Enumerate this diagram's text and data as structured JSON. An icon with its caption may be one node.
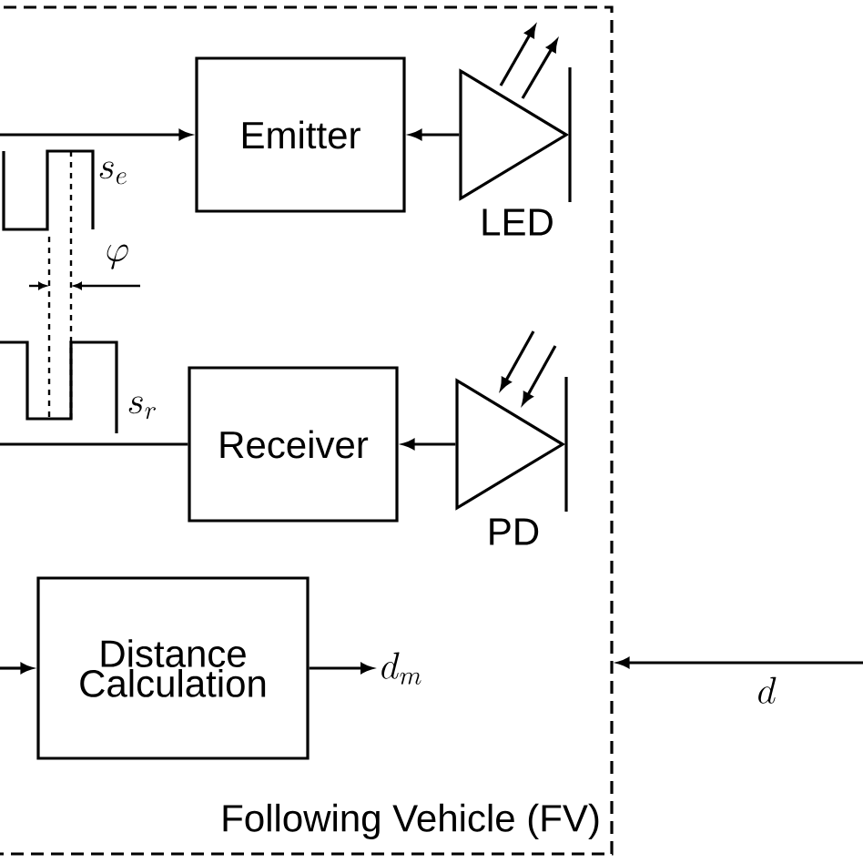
{
  "diagram": {
    "nodes": [
      {
        "text": [
          "Following Vehicle (FV)"
        ]
      },
      {
        "text": [
          "Emitter"
        ],
        "in": 0
      },
      {
        "text": [
          "LED"
        ],
        "in": 0
      },
      {
        "text": [
          "Receiver"
        ],
        "in": 0
      },
      {
        "text": [
          "PD"
        ],
        "in": 0
      },
      {
        "text": [
          "Distance Calculation"
        ],
        "in": 0
      },
      {
        "text": [
          "d_m"
        ],
        "in": 0
      }
    ],
    "edges": [
      {
        "from": null,
        "to": 1,
        "arrow": "to"
      },
      {
        "from": 2,
        "to": 1,
        "arrow": "to"
      },
      {
        "from": 4,
        "to": 3,
        "arrow": "to"
      },
      {
        "from": 3,
        "to": null,
        "arrow": "none"
      },
      {
        "from": null,
        "to": 5,
        "arrow": "to"
      },
      {
        "from": 5,
        "to": 6,
        "arrow": "to"
      },
      {
        "from": null,
        "to": 0,
        "arrow": "to",
        "label": "d"
      }
    ],
    "labels": [
      "s_e",
      "\\varphi",
      "s_r"
    ]
  }
}
